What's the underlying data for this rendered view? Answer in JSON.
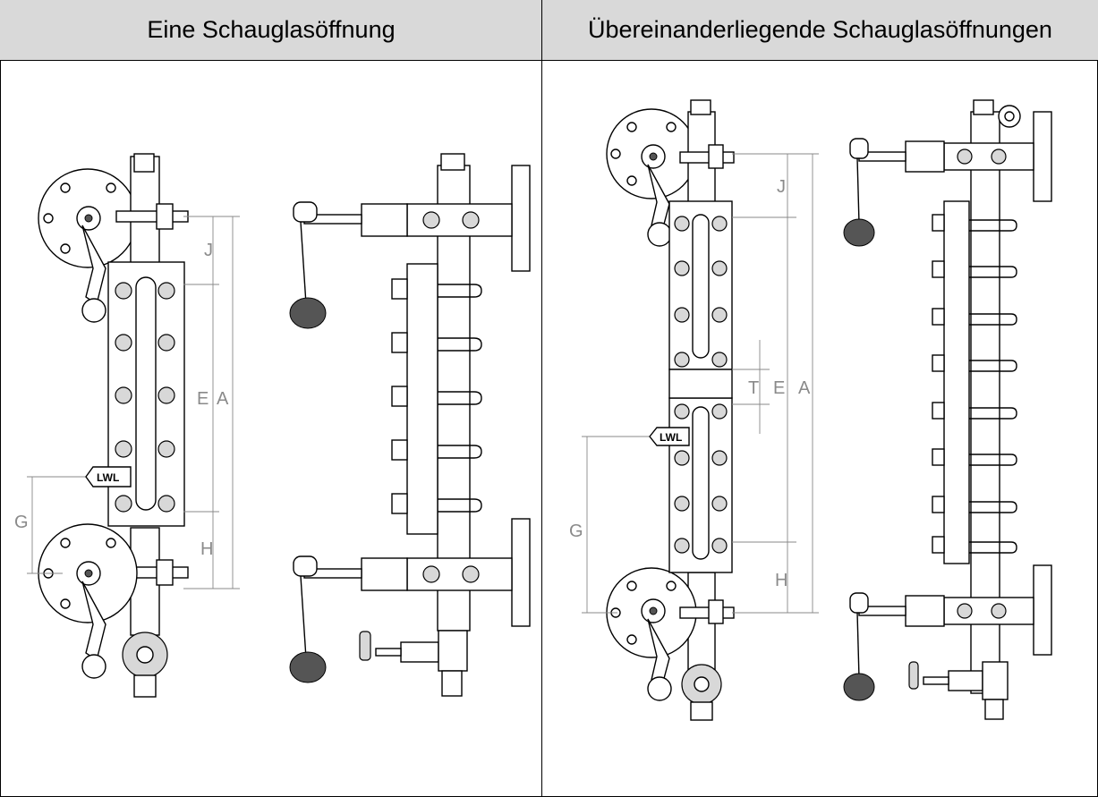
{
  "headers": {
    "left": "Eine Schauglasöffnung",
    "right": "Übereinanderliegende Schauglasöffnungen"
  },
  "left_panel": {
    "dimensions": {
      "J": "J",
      "E": "E",
      "A": "A",
      "H": "H",
      "G": "G"
    },
    "marker": "LWL"
  },
  "right_panel": {
    "dimensions": {
      "J": "J",
      "T": "T",
      "E": "E",
      "A": "A",
      "H": "H",
      "G": "G"
    },
    "marker": "LWL"
  },
  "colors": {
    "header_bg": "#d9d9d9",
    "border": "#000000",
    "dimension_text": "#8a8a8a"
  }
}
